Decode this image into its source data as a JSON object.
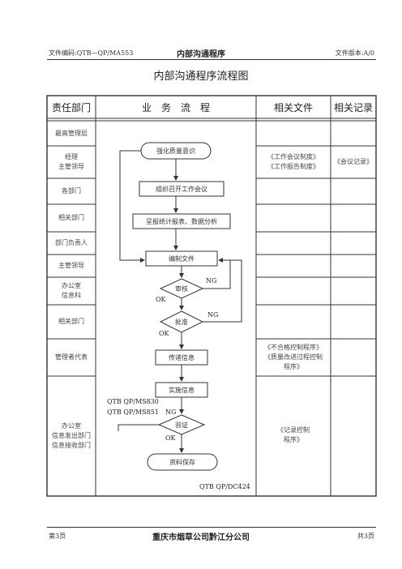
{
  "header": {
    "doc_code": "文件编码:QTB—QP/MA553",
    "title": "内部沟通程序",
    "version": "文件版本:A/0"
  },
  "doc_title": "内部沟通程序流程图",
  "table": {
    "headers": [
      "责任部门",
      "业　务　流　程",
      "相关文件",
      "相关记录"
    ],
    "departments": [
      [
        "最高管理层"
      ],
      [
        "经理",
        "主管领导"
      ],
      [
        "各部门"
      ],
      [
        "相关部门"
      ],
      [
        "部门负责人"
      ],
      [
        "主管领导"
      ],
      [
        "办公室",
        "信息科"
      ],
      [
        "相关部门"
      ],
      [
        "管理者代表"
      ],
      [
        "办公室",
        "信息发出部门",
        "信息接收部门"
      ]
    ],
    "related_files": {
      "r1": [
        "《工作会议制度》",
        "《工作报告制度》"
      ],
      "r8": [
        "《不合格控制程序》",
        "《质量改进过程控制",
        "程序》"
      ],
      "r9": [
        "《记录控制",
        "程序》"
      ]
    },
    "related_records": {
      "r1": "《会议记录》"
    }
  },
  "flow": {
    "start": "强化质量意识",
    "meeting": "组织召开工作会议",
    "report": "呈报统计报表、数据分析",
    "compile": "编制文件",
    "review": "审核",
    "approve": "批准",
    "transmit": "传递信息",
    "implement": "实施信息",
    "verify": "验证",
    "archive": "资料保存",
    "ng": "NG",
    "ok": "OK",
    "ref1": "QTB QP/MS830",
    "ref2": "QTB QP/MS851",
    "ref3": "QTB QP/DC424"
  },
  "footer": {
    "page": "第3页",
    "company": "重庆市烟草公司黔江分公司",
    "total": "共3页"
  }
}
